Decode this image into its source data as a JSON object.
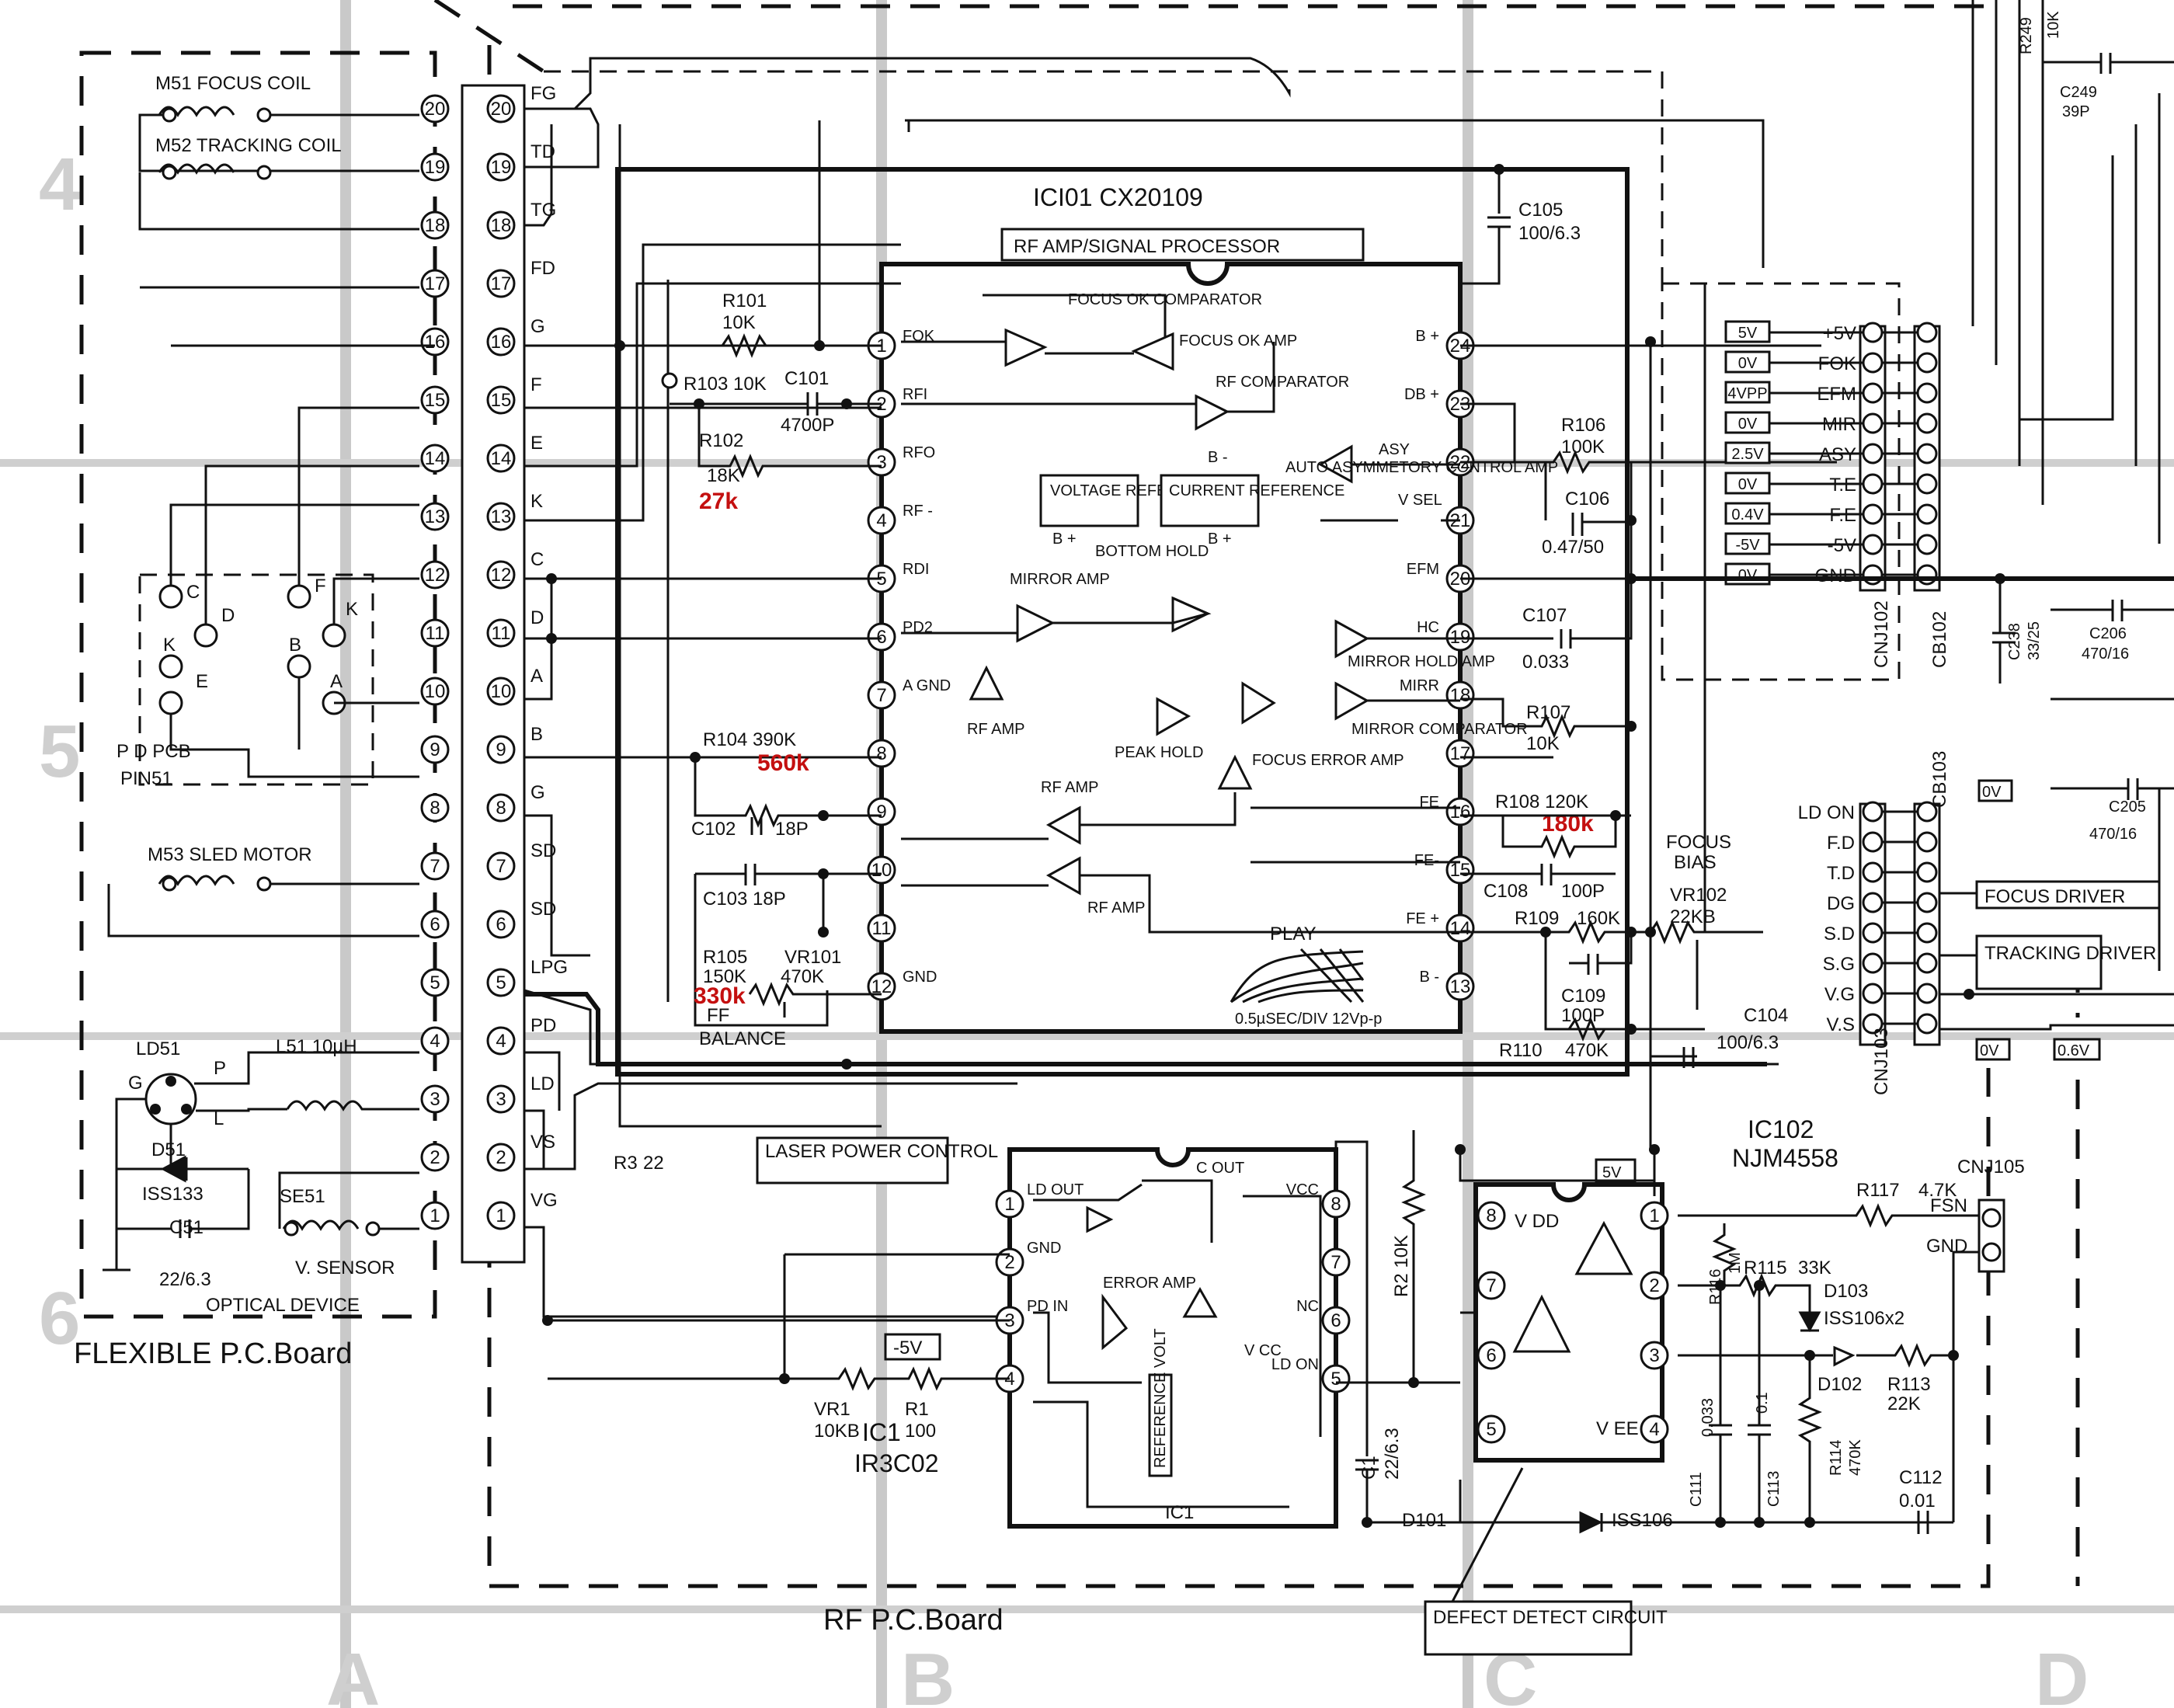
{
  "grid": {
    "cols": [
      "A",
      "B",
      "C",
      "D"
    ],
    "rows": [
      "4",
      "5",
      "6"
    ]
  },
  "boards": {
    "flexible": "FLEXIBLE P.C.Board",
    "rf": "RF P.C.Board"
  },
  "optical": {
    "label": "OPTICAL DEVICE",
    "m51": "M51 FOCUS COIL",
    "m52": "M52 TRACKING COIL",
    "m53": "M53 SLED MOTOR",
    "pdpcb": "P D PCB",
    "pin51": "PIN51",
    "ld51": "LD51",
    "l51": "L51 10µH",
    "d51": "D51",
    "iss133": "ISS133",
    "c51": "C51",
    "c51v": "22/6.3",
    "se51": "SE51",
    "vsensor": "V. SENSOR",
    "pd_letters": [
      "C",
      "D",
      "F",
      "K",
      "K",
      "B",
      "E",
      "A"
    ],
    "ld_letters": [
      "G",
      "P",
      "L"
    ]
  },
  "connector": {
    "pins": [
      "20",
      "19",
      "18",
      "17",
      "16",
      "15",
      "14",
      "13",
      "12",
      "11",
      "10",
      "9",
      "8",
      "7",
      "6",
      "5",
      "4",
      "3",
      "2",
      "1"
    ],
    "signals": [
      "FG",
      "TD",
      "TG",
      "FD",
      "G",
      "F",
      "E",
      "K",
      "C",
      "D",
      "A",
      "B",
      "G",
      "SD",
      "SD",
      "LPG",
      "PD",
      "LD",
      "VS",
      "VG"
    ]
  },
  "ic101": {
    "title": "ICI01  CX20109",
    "subtitle": "RF AMP/SIGNAL PROCESSOR",
    "left_pins": [
      "1",
      "2",
      "3",
      "4",
      "5",
      "6",
      "7",
      "8",
      "9",
      "10",
      "11",
      "12"
    ],
    "left_labels": [
      "FOK",
      "RFI",
      "RFO",
      "RF -",
      "RDI",
      "PD2",
      "A GND",
      "",
      "",
      "",
      "",
      "GND"
    ],
    "right_pins": [
      "24",
      "23",
      "22",
      "21",
      "20",
      "19",
      "18",
      "17",
      "16",
      "15",
      "14",
      "13"
    ],
    "right_labels": [
      "B +",
      "DB +",
      "ASY",
      "",
      "EFM",
      "HC",
      "MIRR",
      "",
      "FE",
      "FE-",
      "FE +",
      "B -"
    ],
    "blocks": {
      "focus_ok_comp": "FOCUS OK COMPARATOR",
      "focus_ok_amp": "FOCUS OK AMP",
      "rf_comp": "RF COMPARATOR",
      "voltage_ref": "VOLTAGE REFERENCE",
      "current_ref": "CURRENT REFERENCE",
      "bottom_hold": "BOTTOM HOLD",
      "peak_hold": "PEAK HOLD",
      "mirror_amp": "MIRROR AMP",
      "rf_amp": "RF AMP",
      "auto_asym": "AUTO ASYMMETORY CONTROL AMP",
      "vsel": "V SEL",
      "mirror_hold": "MIRROR HOLD AMP",
      "mirror_comp": "MIRROR COMPARATOR",
      "focus_err": "FOCUS ERROR AMP",
      "play": "PLAY",
      "scope": "0.5µSEC/DIV  12Vp-p",
      "bplus": "B +",
      "bminus": "B -"
    }
  },
  "parts": {
    "r101": "R101",
    "r101v": "10K",
    "r103": "R103 10K",
    "c101": "C101",
    "c101v": "4700P",
    "r102": "R102",
    "r102v": "18K",
    "r102new": "27k",
    "r104": "R104  390K",
    "r104new": "560k",
    "c102": "C102",
    "c102v": "18P",
    "c103": "C103  18P",
    "r105": "R105",
    "r105v": "150K",
    "r105new": "330k",
    "vr101": "VR101",
    "vr101v": "470K",
    "ffbal1": "FF",
    "ffbal2": "BALANCE",
    "c105": "C105",
    "c105v": "100/6.3",
    "r106": "R106",
    "r106v": "100K",
    "c106": "C106",
    "c106v": "0.47/50",
    "c107": "C107",
    "c107v": "0.033",
    "r107": "R107",
    "r107v": "10K",
    "r108": "R108  120K",
    "r108new": "180k",
    "c108": "C108",
    "c108v": "100P",
    "r109": "R109",
    "r109v": "160K",
    "c109": "C109",
    "c109v": "100P",
    "r110": "R110",
    "r110v": "470K",
    "c104": "C104",
    "c104v": "100/6.3",
    "focusbias1": "FOCUS",
    "focusbias2": "BIAS",
    "vr102": "VR102",
    "vr102v": "22KB",
    "r3": "R3",
    "r3v": "22",
    "r249": "R249",
    "r249v": "10K",
    "c249": "C249",
    "c249v": "39P",
    "c238": "C238",
    "c238v": "33/25",
    "c206": "C206",
    "c206v": "470/16",
    "c205": "C205",
    "c205v": "470/16"
  },
  "cnj102": {
    "name": "CNJ102",
    "cb": "CB102",
    "signals": [
      "+5V",
      "FOK",
      "EFM",
      "MIR",
      "ASY",
      "T.E",
      "F.E",
      "-5V",
      "GND"
    ],
    "volts": [
      "5V",
      "0V",
      "4VPP",
      "0V",
      "2.5V",
      "0V",
      "0.4V",
      "-5V",
      "0V"
    ]
  },
  "cnj103": {
    "name": "CNJ103",
    "cb": "CB103",
    "signals": [
      "LD ON",
      "F.D",
      "T.D",
      "DG",
      "S.D",
      "S.G",
      "V.G",
      "V.S"
    ],
    "v_top": "0V",
    "v_bot1": "0V",
    "v_bot2": "0.6V",
    "focus_driver": "FOCUS DRIVER",
    "tracking_driver": "TRACKING DRIVER"
  },
  "ic1": {
    "name": "IC1",
    "part": "IR3C02",
    "laser_power": "LASER POWER CONTROL",
    "left_pins": [
      "1",
      "2",
      "3",
      "4"
    ],
    "left_labels": [
      "LD OUT",
      "GND",
      "PD IN",
      ""
    ],
    "right_pins": [
      "8",
      "7",
      "6",
      "5"
    ],
    "right_labels": [
      "VCC",
      "",
      "NC",
      "LD ON"
    ],
    "cout": "C OUT",
    "erroramp": "ERROR AMP",
    "vcc": "V CC",
    "refvolt": "REFERENCE VOLT",
    "neg5v": "-5V",
    "vr1": "VR1",
    "vr1v": "10KB",
    "r1": "R1",
    "r1v": "100",
    "c1": "C1",
    "c1v": "22/6.3",
    "r2": "R2 10K"
  },
  "ic102": {
    "name": "IC102",
    "part": "NJM4558",
    "v5": "5V",
    "vdd": "V DD",
    "vee": "V EE",
    "left_pins": [
      "8",
      "7",
      "6",
      "5"
    ],
    "right_pins": [
      "1",
      "2",
      "3",
      "4"
    ],
    "defect": "DEFECT DETECT CIRCUIT",
    "d101": "D101",
    "iss106": "ISS106",
    "c111": "C111",
    "c111v": "0.033",
    "c113": "C113",
    "c113v": "0.1",
    "r114": "R114",
    "r114v": "470K",
    "r116": "R116",
    "r116v": "1M",
    "r115": "R115",
    "r115v": "33K",
    "d103": "D103",
    "d103v": "ISS106x2",
    "d102": "D102",
    "r113": "R113",
    "r113v": "22K",
    "c112": "C112",
    "c112v": "0.01",
    "r117": "R117",
    "r117v": "4.7K",
    "cnj105": "CNJ105",
    "fsn": "FSN",
    "gnd": "GND"
  }
}
